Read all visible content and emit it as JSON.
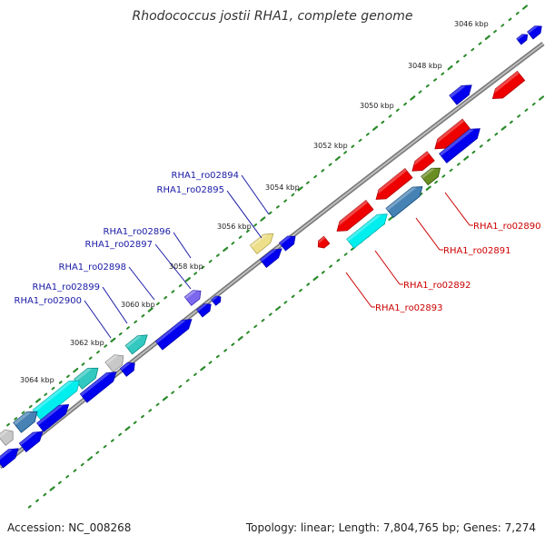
{
  "header": {
    "title": "Rhodococcus jostii RHA1, complete genome"
  },
  "footer": {
    "accession": "Accession: NC_008268",
    "summary": "Topology: linear; Length: 7,804,765 bp; Genes: 7,274"
  },
  "ruler": {
    "ticks": [
      "3046 kbp",
      "3048 kbp",
      "3050 kbp",
      "3052 kbp",
      "3054 kbp",
      "3056 kbp",
      "3058 kbp",
      "3060 kbp",
      "3062 kbp",
      "3064 kbp"
    ]
  },
  "labels": {
    "forward": [
      "RHA1_ro02894",
      "RHA1_ro02895",
      "RHA1_ro02896",
      "RHA1_ro02897",
      "RHA1_ro02898",
      "RHA1_ro02899",
      "RHA1_ro02900"
    ],
    "reverse": [
      "RHA1_ro02890",
      "RHA1_ro02891",
      "RHA1_ro02892",
      "RHA1_ro02893"
    ]
  },
  "colors": {
    "forward_gene": "#0000ee",
    "reverse_gene": "#ee0000",
    "forward_label": "#1a1aa6",
    "reverse_label": "#cc0000",
    "tick": "#2a8a2a",
    "backbone": "#888888",
    "cyan": "#00eeee",
    "teal": "#33c9c0",
    "steel": "#4682b4",
    "olive": "#6b8e23",
    "khaki": "#eee08a",
    "slate": "#7b68ee",
    "gray": "#c8c8c8"
  }
}
